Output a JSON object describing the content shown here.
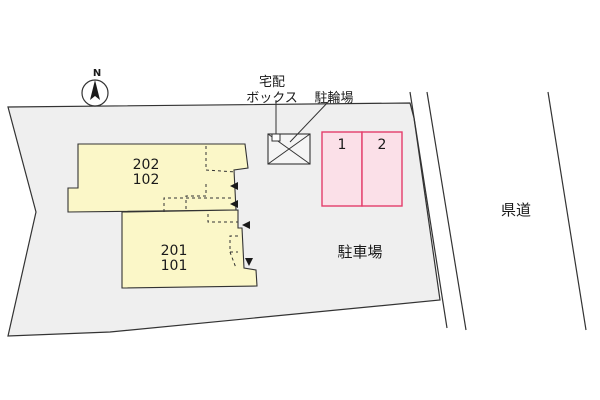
{
  "compass": {
    "north_label": "N"
  },
  "buildings": [
    {
      "units": [
        "202",
        "102"
      ],
      "fill": "#fbf7c8"
    },
    {
      "units": [
        "201",
        "101"
      ],
      "fill": "#fbf7c8"
    }
  ],
  "parking": {
    "label": "駐車場",
    "spaces": [
      "1",
      "2"
    ],
    "highlight_color": "#e43d6b",
    "highlight_fill": "#fbe0e8"
  },
  "delivery_box": {
    "label_line1": "宅配",
    "label_line2": "ボックス"
  },
  "bicycle_parking": {
    "label": "駐輪場"
  },
  "road": {
    "label": "県道"
  },
  "colors": {
    "lot_fill": "#efefef",
    "outline": "#333333",
    "building_fill": "#fbf7c8"
  },
  "icons": [
    "compass-icon",
    "entrance-arrow-icon"
  ]
}
